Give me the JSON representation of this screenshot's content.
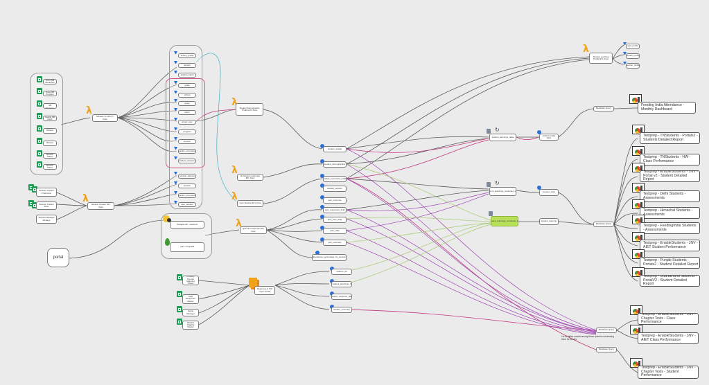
{
  "sources": {
    "sheet_group": [
      "NCO-SB Workshop",
      "Pune-SB Program",
      "Nashik-SB Program",
      "Nashik SB batch",
      "Mission",
      "Mission",
      "Mission Status"
    ],
    "session_sources": [
      "Session Creator Production",
      "Session Creator Flow",
      "Session Manager Webapp"
    ],
    "portal": "portal",
    "lower_sheets": [
      "Property Prompt Mapping Sheet",
      "SSR Response Master",
      "Game Manager",
      "Student Tagging Master"
    ]
  },
  "lambdas": {
    "schools": "Schools To CRUTT Flow",
    "session_creator": "Session Creator ETL Flow",
    "student_demographic": "Student Demographic Profile ETL Flow",
    "enrollment": "Enrolment Learnings ETL Flow",
    "user_session": "User Session ETL Flow",
    "quiz": "Quiz test response ETL Flow",
    "student_learning": "Student Learning Profile ETL Flow",
    "response": "Response & SSI Layer To Bot"
  },
  "db": {
    "postgres": "Postgres db - sessions",
    "mongo": "quiz mongoDB"
  },
  "table_group": [
    "school_profile",
    "student",
    "student_batch",
    "grade",
    "school",
    "group",
    "batch",
    "group_user",
    "program",
    "session",
    "session_occurrence",
    "student_sessions",
    "session_attempt",
    "user_session"
  ],
  "mid_nodes": [
    "student_details",
    "student_demographics",
    "student_enrolment_profile",
    "student_session",
    "quiz_response",
    "quiz_responses_final",
    "quiz_user_data",
    "quiz_stats",
    "quiz_summary",
    "attendance_percentage_by_session",
    "student_ssi",
    "student_learnings_3",
    "student_response_data",
    "student_summary"
  ],
  "layers": {
    "l1": "student profile table",
    "l2": "student_learnings_table",
    "l3": "student_learnings_combined_view",
    "l4": "student_stats",
    "l5": "student_learning",
    "highlight": "student_learnings_combined_MV"
  },
  "right_tables": [
    "quiz_profile",
    "student_profile",
    "session_profile"
  ],
  "queries": [
    "Metabase Query",
    "Metabase Query",
    "Metabase Query",
    "Metabase Query"
  ],
  "note": "Lot of tables moved among these queries not drawing them for brevity",
  "reports": [
    "Feeding India Attendance - Monthly Dashboard",
    "Testprep - TNStudents - Portals2 - Students Detailed Report",
    "Testprep - TNStudents - HW - Class Performance",
    "Testprep - EnableStudents - JNV - Portal v2 - Student Detailed Report",
    "Testprep - Delhi Students - Assessments",
    "Testprep - Himachal Students - Assessments",
    "Testprep - FeedingIndia Students - Assessments",
    "Testprep - EnableStudents - JNV - AIET Student Performance",
    "Testprep - Punjab Students - Portals2 - Student Detailed Report",
    "Testprep - Uttarakhand Students - PortalV2 - Student Detailed Report",
    "Testprep - EnableStudents - JNV - Chapter Tests - Class Performance",
    "Testprep - EnableStudents - JNV - AIET Class Performance",
    "Testprep - EnableStudents - JNV - Chapter Tests - Student Performance"
  ],
  "colors": {
    "edge": "#555555",
    "magenta": "#c0357a",
    "purple": "#9a3fb3",
    "teal": "#4fb7c7",
    "lime": "#a3c96a",
    "highlight": "#b8e05a",
    "lambda": "#f0a21a",
    "sheet": "#1e9e55"
  }
}
